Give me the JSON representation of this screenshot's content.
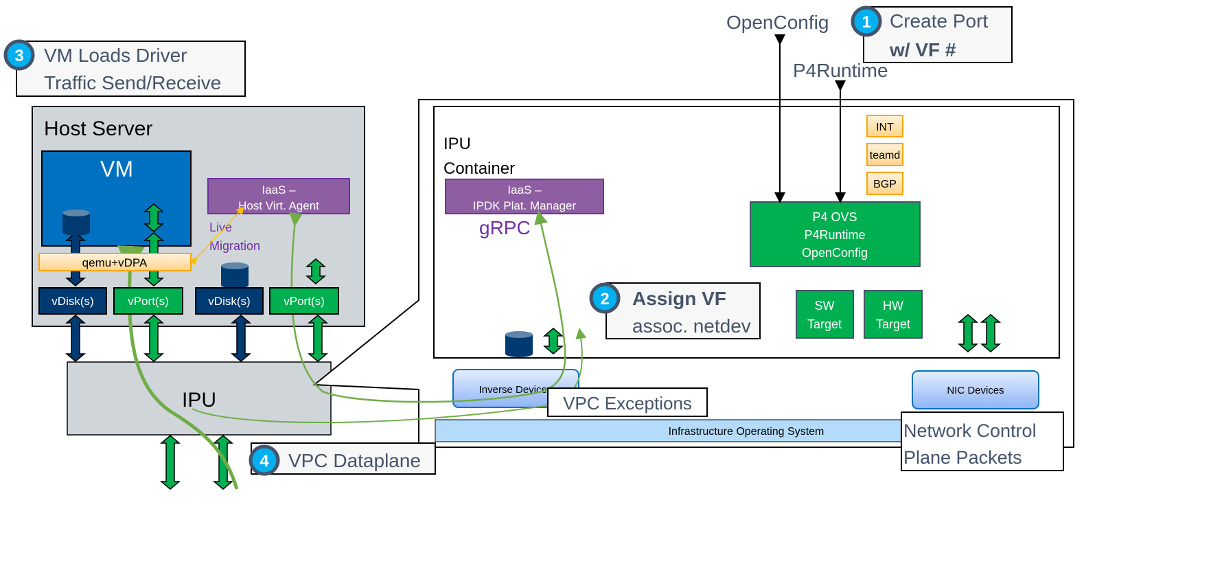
{
  "callouts": {
    "step1": {
      "number": "1",
      "line1": "Create Port",
      "line2": "w/ VF #"
    },
    "step2": {
      "number": "2",
      "line1": "Assign VF",
      "line2": "assoc. netdev"
    },
    "step3": {
      "number": "3",
      "line1": "VM Loads Driver",
      "line2": "Traffic Send/Receive"
    },
    "step4": {
      "number": "4",
      "line1": "VPC Dataplane"
    }
  },
  "external": {
    "openconfig": "OpenConfig",
    "p4runtime": "P4Runtime"
  },
  "host": {
    "title": "Host Server",
    "vm": "VM",
    "iaas_agent": [
      "IaaS –",
      "Host Virt. Agent"
    ],
    "live_migration": [
      "Live",
      "Migration"
    ],
    "qemu": "qemu+vDPA",
    "vdisk": "vDisk(s)",
    "vport": "vPort(s)"
  },
  "ipu": {
    "label": "IPU",
    "container": [
      "IPU",
      "Container"
    ],
    "plat_manager": [
      "IaaS –",
      "IPDK Plat. Manager"
    ],
    "grpc": "gRPC",
    "services": [
      "INT",
      "teamd",
      "BGP"
    ],
    "p4ovs": [
      "P4 OVS",
      "P4Runtime",
      "OpenConfig"
    ],
    "sw_target": [
      "SW",
      "Target"
    ],
    "hw_target": [
      "HW",
      "Target"
    ],
    "inverse_devices": "Inverse Devices",
    "nic_devices": "NIC Devices",
    "vpc_exceptions": "VPC Exceptions",
    "infra_os": "Infrastructure Operating System",
    "ncp_packets": [
      "Network Control",
      "Plane Packets"
    ]
  },
  "colors": {
    "callout_circle": "#00b0f0",
    "callout_ring": "#44546a",
    "vm_blue": "#0070c0",
    "disk_navy": "#003a70",
    "port_green": "#00b050",
    "iaas_purple": "#8e5ea2",
    "migration_purple": "#7030a0",
    "flow_green": "#70ad47",
    "host_gray": "#d0d5da",
    "orange": "#ffc000",
    "infra_blue": "#b4dcfa"
  }
}
